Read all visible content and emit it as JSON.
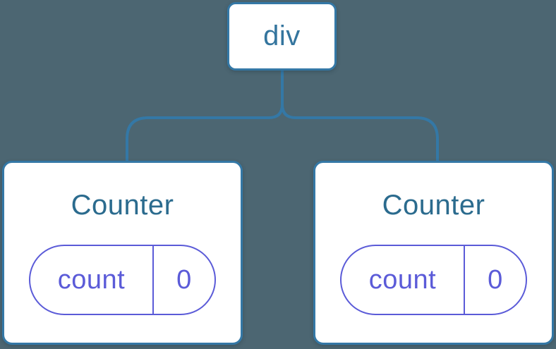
{
  "diagram": {
    "root": {
      "label": "div"
    },
    "children": [
      {
        "title": "Counter",
        "state": {
          "key": "count",
          "value": "0"
        }
      },
      {
        "title": "Counter",
        "state": {
          "key": "count",
          "value": "0"
        }
      }
    ]
  },
  "colors": {
    "background": "#4C6672",
    "tree_line": "#3478A6",
    "node_border": "#3478A6",
    "root_label_text": "#34759E",
    "component_title_text": "#2B6B8E",
    "state_pill_accent": "#5B5BD8",
    "card_background": "#FFFFFF"
  }
}
